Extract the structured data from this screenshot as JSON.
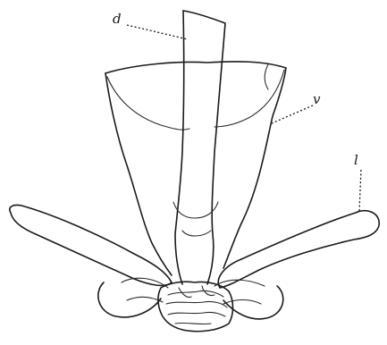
{
  "figure": {
    "labels": {
      "d": "d",
      "v": "v",
      "l": "l"
    },
    "ink_color": "#1a1a1a",
    "background": "#ffffff"
  }
}
